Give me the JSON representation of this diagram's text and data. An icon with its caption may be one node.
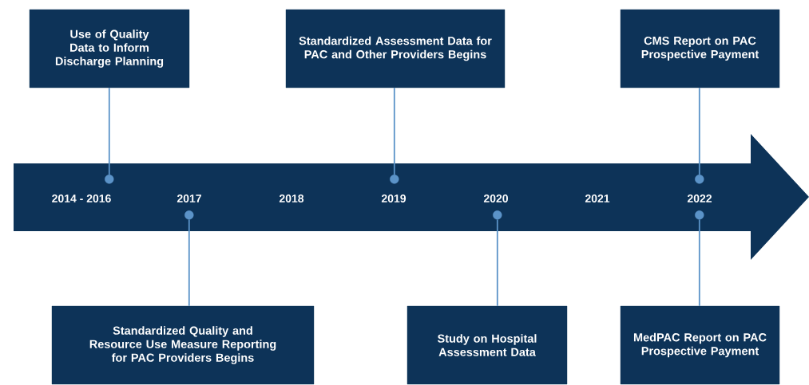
{
  "diagram": {
    "nodes": [
      {
        "text": [
          "2014 - 2016",
          "2017",
          "2018",
          "2019",
          "2020",
          "2021",
          "2022"
        ]
      },
      {
        "text": [],
        "shape": "circle",
        "in": 0
      },
      {
        "text": [],
        "shape": "circle",
        "in": 0
      },
      {
        "text": [],
        "shape": "circle",
        "in": 0
      },
      {
        "text": [],
        "shape": "circle",
        "in": 0
      },
      {
        "text": [],
        "shape": "circle",
        "in": 0
      },
      {
        "text": [],
        "shape": "circle",
        "in": 0
      },
      {
        "text": [
          "Use of Quality Data to Inform Discharge Planning"
        ]
      },
      {
        "text": [
          "Standardized Quality and Resource Use Measure Reporting for PAC Providers Begins"
        ]
      },
      {
        "text": [
          "Standardized Assessment Data for PAC and Other Providers Begins"
        ]
      },
      {
        "text": [
          "Study on Hospital Assessment Data"
        ]
      },
      {
        "text": [
          "CMS Report on PAC Prospective Payment"
        ]
      },
      {
        "text": [
          "MedPAC Report on PAC Prospective Payment"
        ]
      }
    ],
    "edges": [
      {
        "from": 7,
        "to": 1,
        "arrow": "none"
      },
      {
        "from": 8,
        "to": 2,
        "arrow": "none"
      },
      {
        "from": 9,
        "to": 3,
        "arrow": "none"
      },
      {
        "from": 10,
        "to": 4,
        "arrow": "none"
      },
      {
        "from": 11,
        "to": 5,
        "arrow": "none"
      },
      {
        "from": 12,
        "to": 6,
        "arrow": "none"
      }
    ]
  }
}
